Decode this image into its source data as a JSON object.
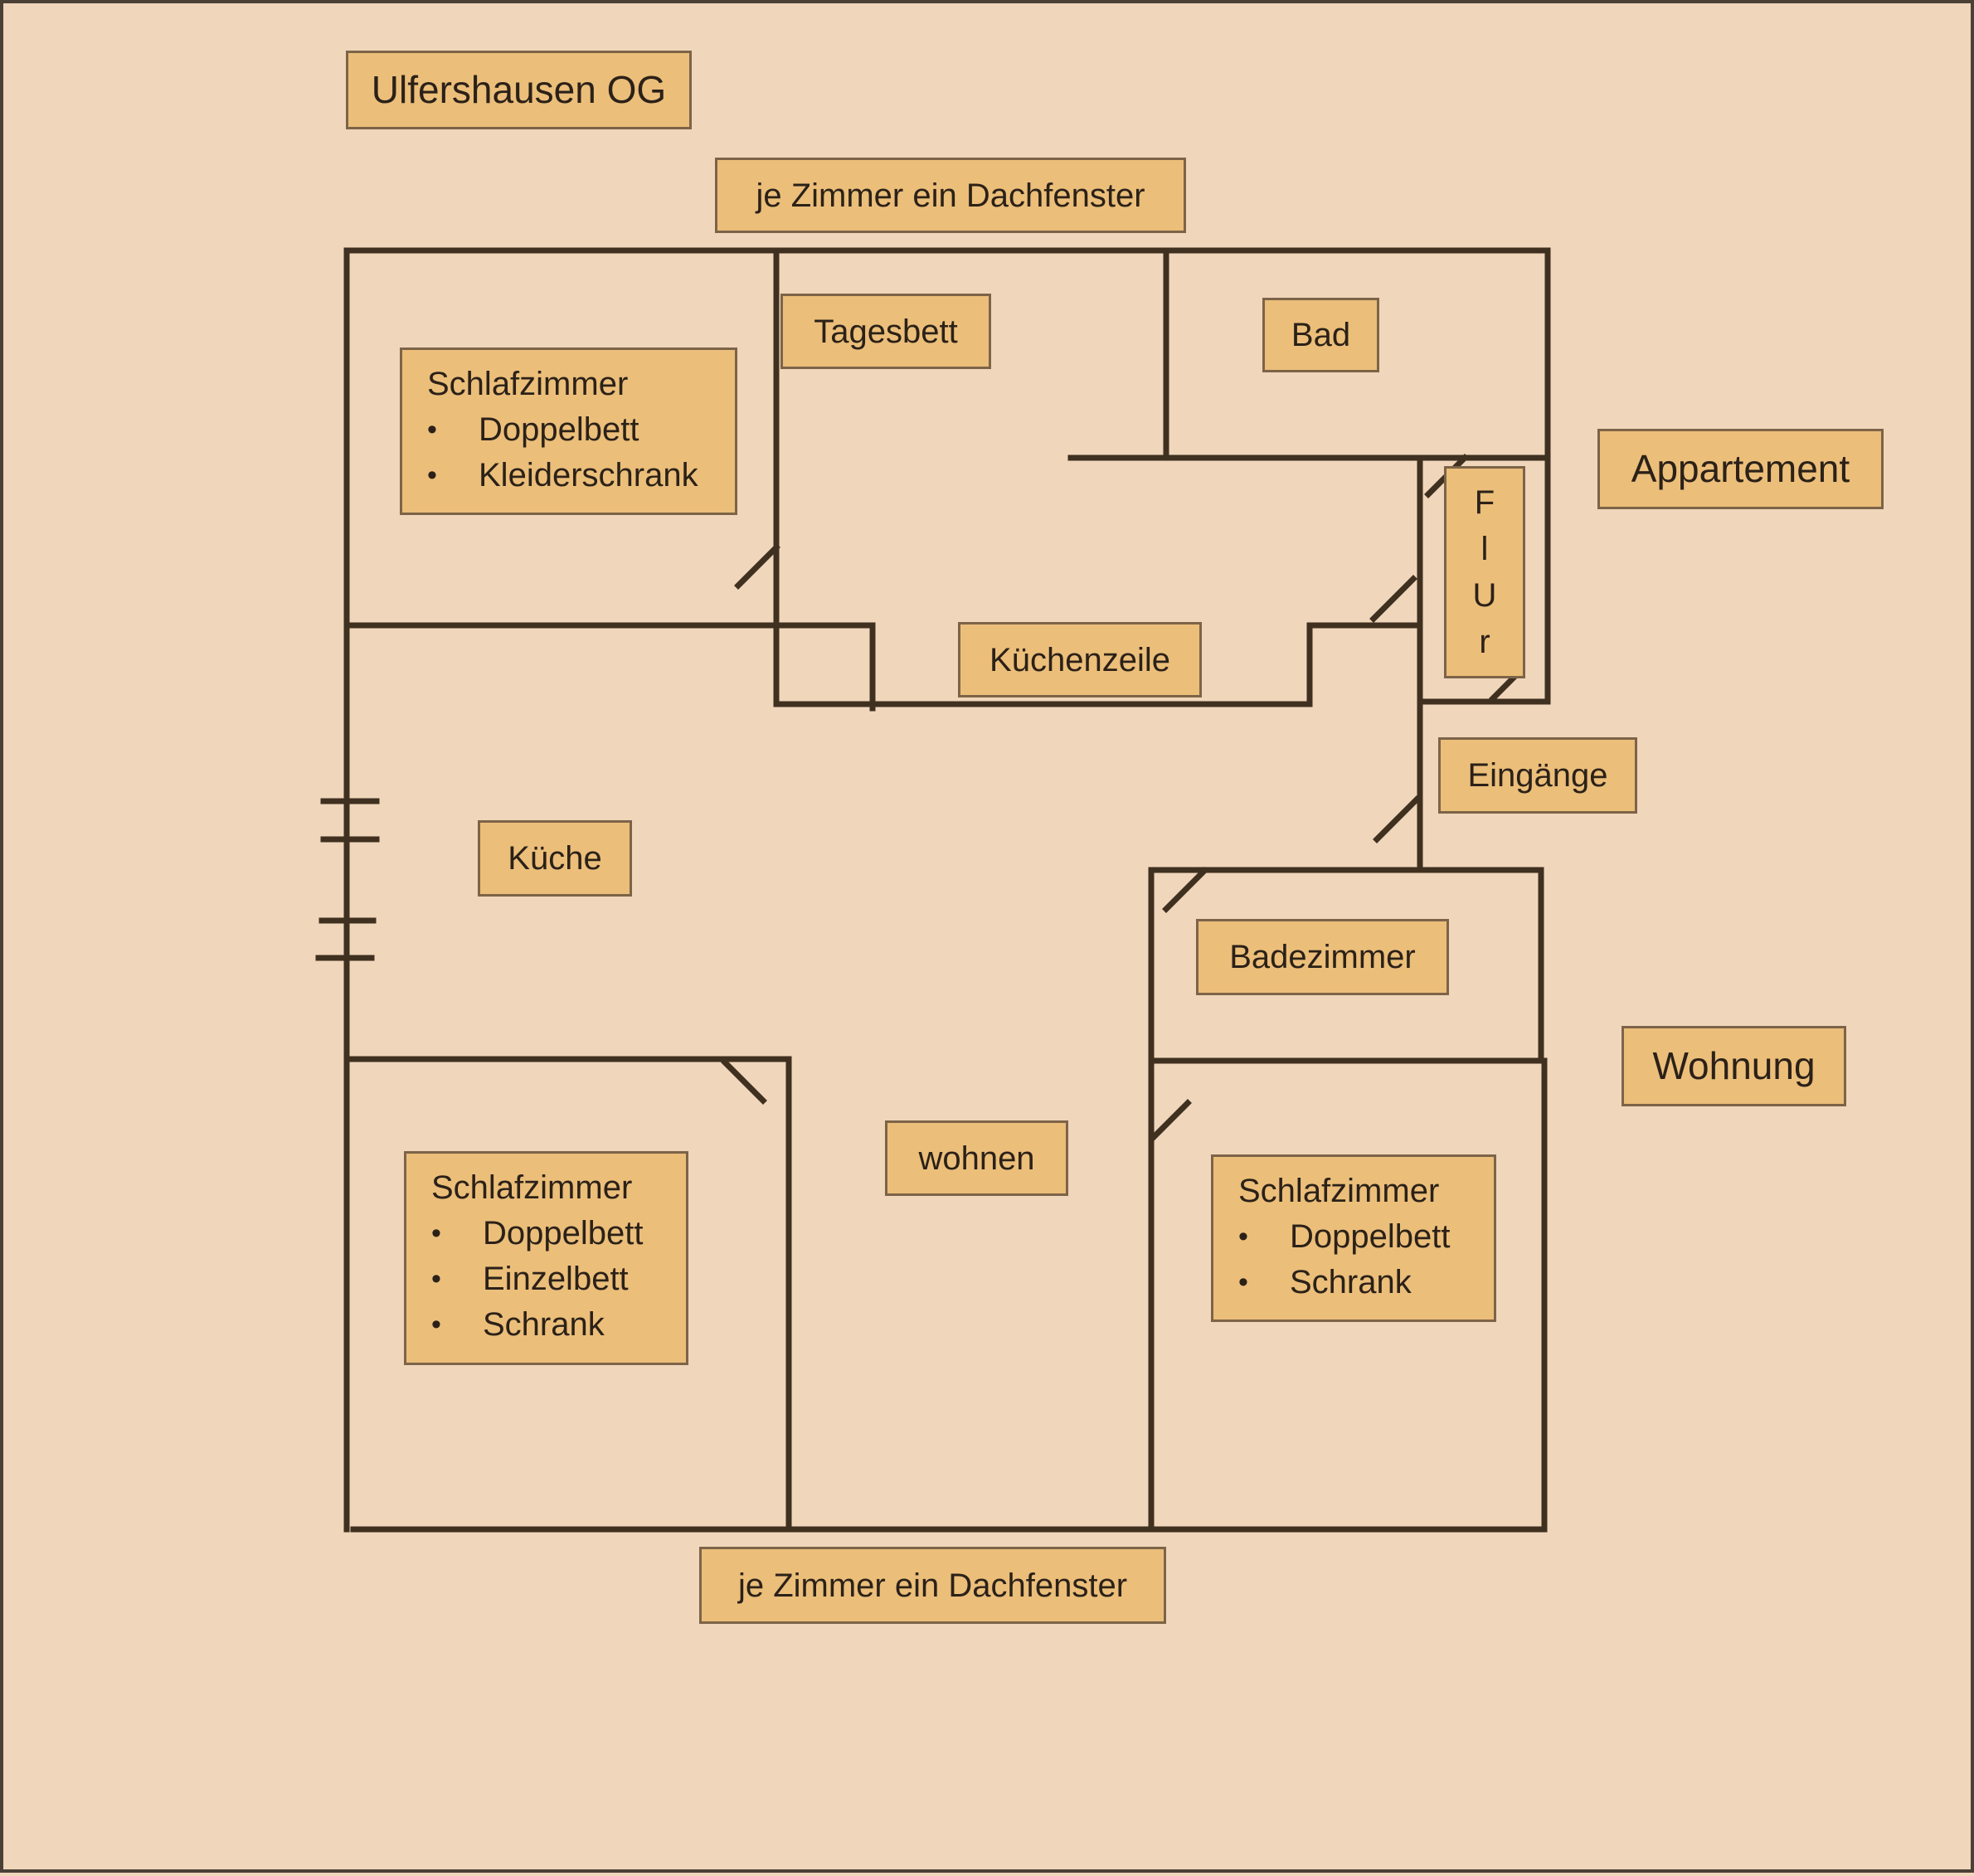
{
  "title": "Ulfershausen OG",
  "note_top": "je Zimmer ein Dachfenster",
  "note_bottom": "je Zimmer ein Dachfenster",
  "rooms": {
    "tagesbett": "Tagesbett",
    "bad": "Bad",
    "kuechenzeile": "Küchenzeile",
    "kueche": "Küche",
    "badezimmer": "Badezimmer",
    "wohnen": "wohnen",
    "eingaenge": "Eingänge",
    "flur": [
      "F",
      "l",
      "U",
      "r"
    ]
  },
  "zones": {
    "appartement": "Appartement",
    "wohnung": "Wohnung"
  },
  "bedroom_top_left": {
    "title": "Schlafzimmer",
    "items": [
      "Doppelbett",
      "Kleiderschrank"
    ]
  },
  "bedroom_bottom_left": {
    "title": "Schlafzimmer",
    "items": [
      "Doppelbett",
      "Einzelbett",
      "Schrank"
    ]
  },
  "bedroom_bottom_right": {
    "title": "Schlafzimmer",
    "items": [
      "Doppelbett",
      "Schrank"
    ]
  },
  "colors": {
    "background": "#f0d6bb",
    "label_fill": "#ebbe7a",
    "wall": "#3f3020"
  }
}
